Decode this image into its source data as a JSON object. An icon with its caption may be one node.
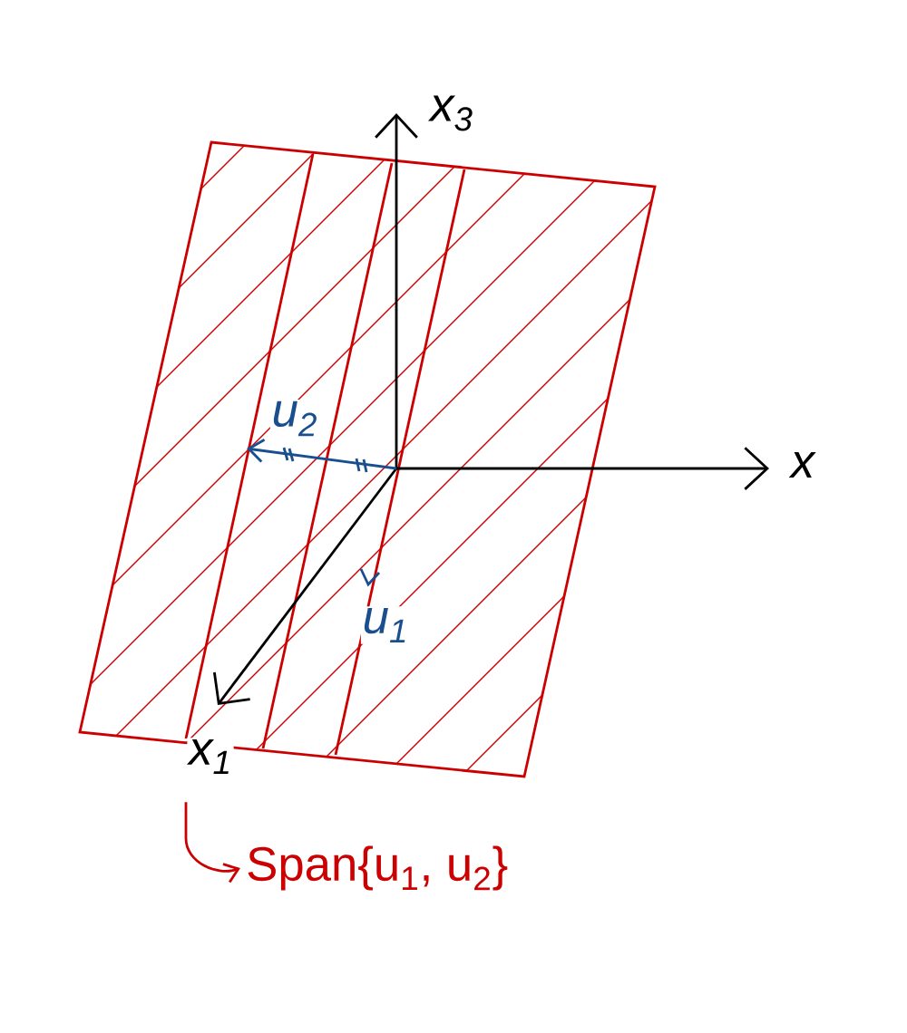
{
  "diagram": {
    "nodes": [
      {
        "text": [],
        "shape": "parallelogram"
      },
      {
        "text": [
          "Span{u$_{1}$, u$_{2}$}"
        ]
      }
    ],
    "edges": [
      {
        "from": 0,
        "to": 1,
        "arrow": "to",
        "color": "#cc0000"
      }
    ],
    "labels": [
      "x$_{3}$",
      "u$_{2}$",
      "x",
      "u$_{1}$",
      "x$_{1}$"
    ]
  }
}
